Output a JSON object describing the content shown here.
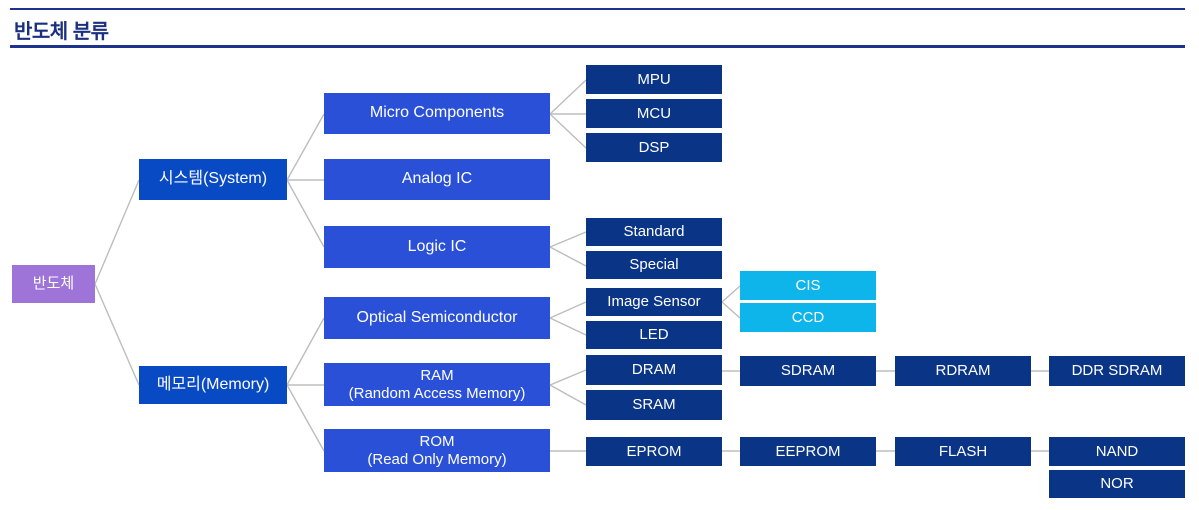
{
  "header": {
    "title": "반도체 분류"
  },
  "colors": {
    "root_purple": "#9e74d8",
    "level2_blue": "#0849c4",
    "level3_blue": "#2a50d8",
    "level4_navy": "#0a3586",
    "sensor_cyan": "#0db5ea",
    "connector_gray": "#bdbdbd",
    "title_navy": "#1b3080"
  },
  "nodes": {
    "root": {
      "label": "반도체"
    },
    "system": {
      "label": "시스템(System)"
    },
    "memory": {
      "label": "메모리(Memory)"
    },
    "micro_components": {
      "label": "Micro Components"
    },
    "analog_ic": {
      "label": "Analog IC"
    },
    "logic_ic": {
      "label": "Logic IC"
    },
    "optical_semiconductor": {
      "label": "Optical Semiconductor"
    },
    "ram": {
      "label": "RAM",
      "sublabel": "(Random Access Memory)"
    },
    "rom": {
      "label": "ROM",
      "sublabel": "(Read Only Memory)"
    },
    "mpu": {
      "label": "MPU"
    },
    "mcu": {
      "label": "MCU"
    },
    "dsp": {
      "label": "DSP"
    },
    "standard": {
      "label": "Standard"
    },
    "special": {
      "label": "Special"
    },
    "image_sensor": {
      "label": "Image Sensor"
    },
    "led": {
      "label": "LED"
    },
    "cis": {
      "label": "CIS"
    },
    "ccd": {
      "label": "CCD"
    },
    "dram": {
      "label": "DRAM"
    },
    "sram": {
      "label": "SRAM"
    },
    "sdram": {
      "label": "SDRAM"
    },
    "rdram": {
      "label": "RDRAM"
    },
    "ddr_sdram": {
      "label": "DDR SDRAM"
    },
    "eprom": {
      "label": "EPROM"
    },
    "eeprom": {
      "label": "EEPROM"
    },
    "flash": {
      "label": "FLASH"
    },
    "nand": {
      "label": "NAND"
    },
    "nor": {
      "label": "NOR"
    }
  }
}
